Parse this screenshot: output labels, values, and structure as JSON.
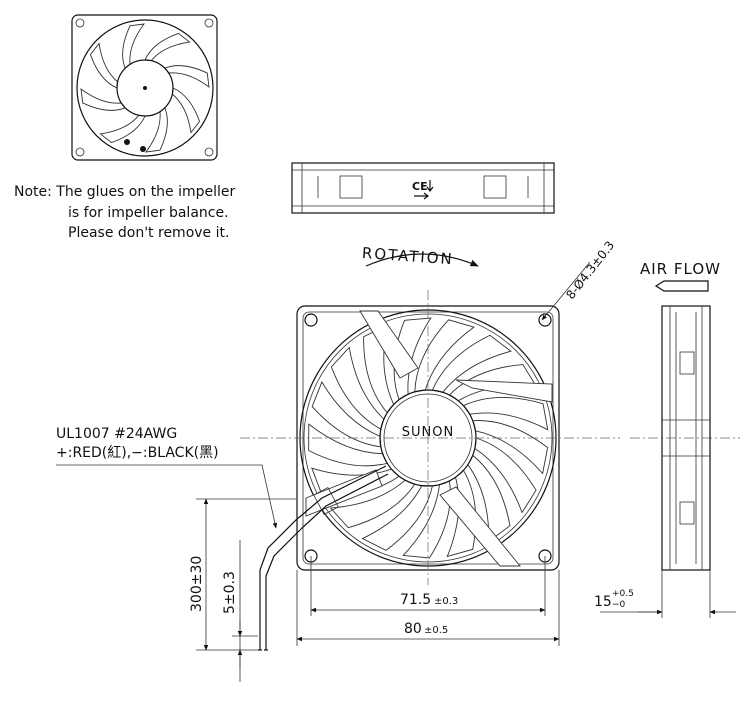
{
  "note": {
    "line1": "Note: The glues on the impeller",
    "line2": "is for impeller balance.",
    "line3": "Please don't remove it."
  },
  "labels": {
    "rotation": "ROTATION",
    "air_flow": "AIR FLOW",
    "brand": "SUNON",
    "hole_spec": "8-Ø4.3±0.3",
    "wire_spec": "UL1007 #24AWG",
    "wire_colors": "+:RED(紅),−:BLACK(黑)",
    "ce_mark": "CE"
  },
  "dimensions": {
    "hole_pitch": "71.5",
    "hole_pitch_tol": "±0.3",
    "size": "80",
    "size_tol": "±0.5",
    "lead_length": "300±30",
    "strip_length": "5±0.3",
    "thickness": "15",
    "thickness_tol_upper": "+0.5",
    "thickness_tol_lower": "−0"
  }
}
